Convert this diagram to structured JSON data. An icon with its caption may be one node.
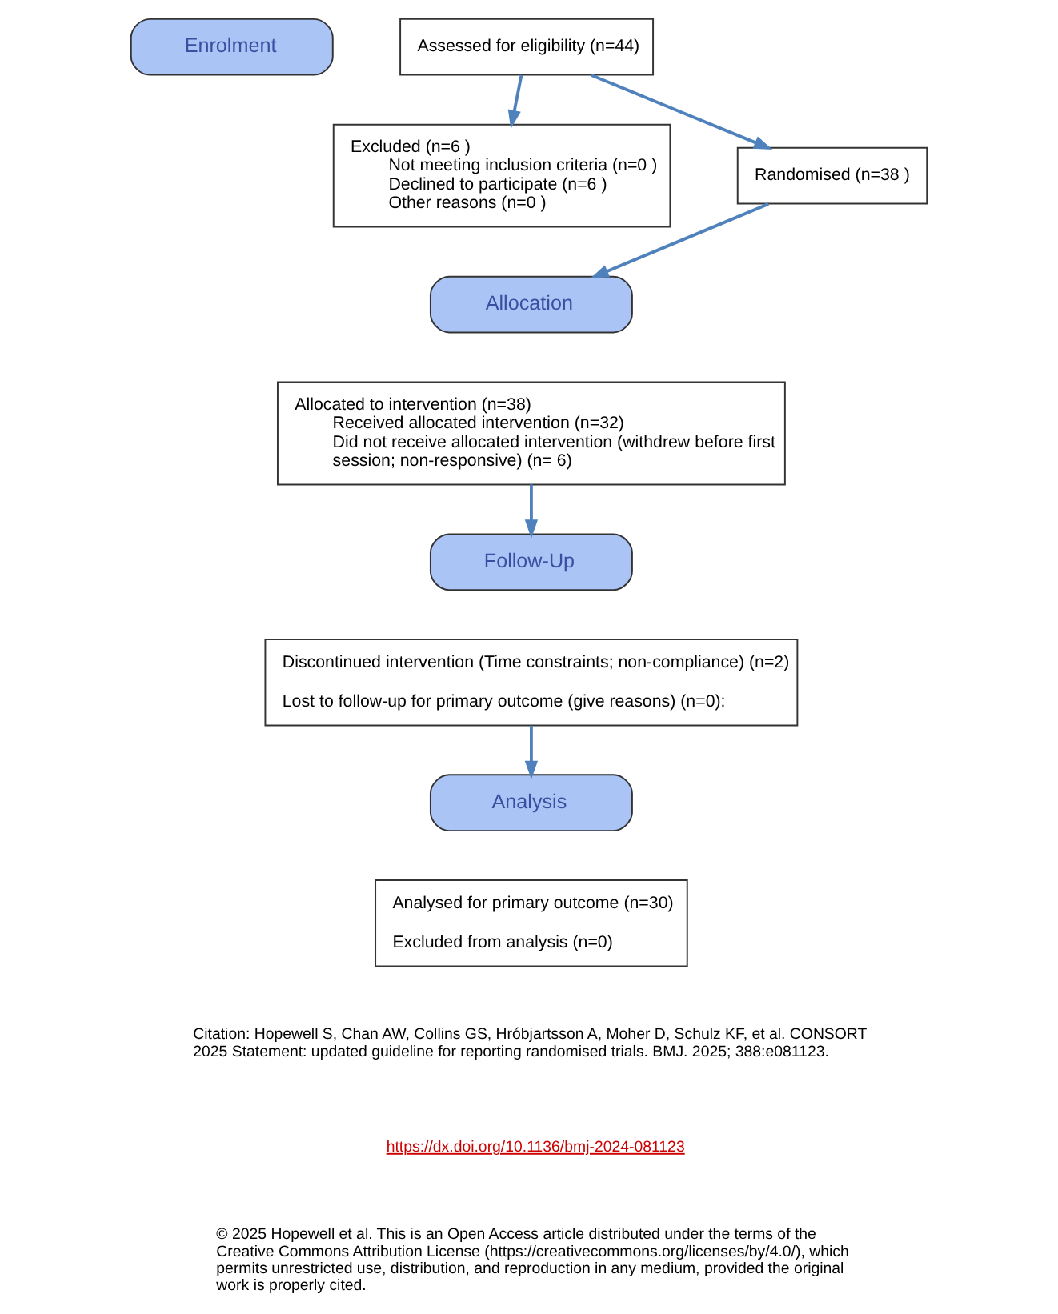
{
  "diagram": {
    "nodes": [
      {
        "text": [
          "Enrolment"
        ]
      },
      {
        "text": [
          "Assessed for eligibility (n=44)"
        ]
      },
      {
        "text": [
          "Excluded (n=6 )",
          "Not meeting inclusion criteria (n=0 )",
          "Declined to participate (n=6 )",
          "Other reasons (n=0 )"
        ]
      },
      {
        "text": [
          "Randomised (n=38 )"
        ]
      },
      {
        "text": [
          "Allocation"
        ]
      },
      {
        "text": [
          "Allocated to intervention (n=38)",
          "Received allocated intervention (n=32)",
          "Did not receive allocated intervention (withdrew before first session; non-responsive) (n= 6)"
        ]
      },
      {
        "text": [
          "Follow-Up"
        ]
      },
      {
        "text": [
          "Discontinued intervention (Time constraints; non-compliance) (n=2)",
          "Lost to follow-up for primary outcome (give reasons) (n=0):"
        ]
      },
      {
        "text": [
          "Analysis"
        ]
      },
      {
        "text": [
          "Analysed for primary outcome (n=30)",
          "Excluded from analysis (n=0)"
        ]
      }
    ],
    "edges": [
      {
        "from": 1,
        "to": 3,
        "arrow": "to"
      },
      {
        "from": 1,
        "to": 2,
        "arrow": "to"
      },
      {
        "from": 3,
        "to": 4,
        "arrow": "to"
      },
      {
        "from": 5,
        "to": 6,
        "arrow": "to"
      },
      {
        "from": 7,
        "to": 8,
        "arrow": "to"
      }
    ],
    "labels": [
      "Citation: Hopewell S, Chan AW, Collins GS, Hróbjartsson A, Moher D, Schulz KF, et al. CONSORT 2025 Statement: updated guideline for reporting randomised trials. BMJ. 2025; 388:e081123.",
      "https://dx.doi.org/10.1136/bmj-2024-081123",
      "© 2025 Hopewell et al. This is an Open Access article distributed under the terms of the Creative Commons Attribution License (https://creativecommons.org/licenses/by/4.0/), which permits unrestricted use, distribution, and reproduction in any medium, provided the original work is properly cited."
    ]
  }
}
